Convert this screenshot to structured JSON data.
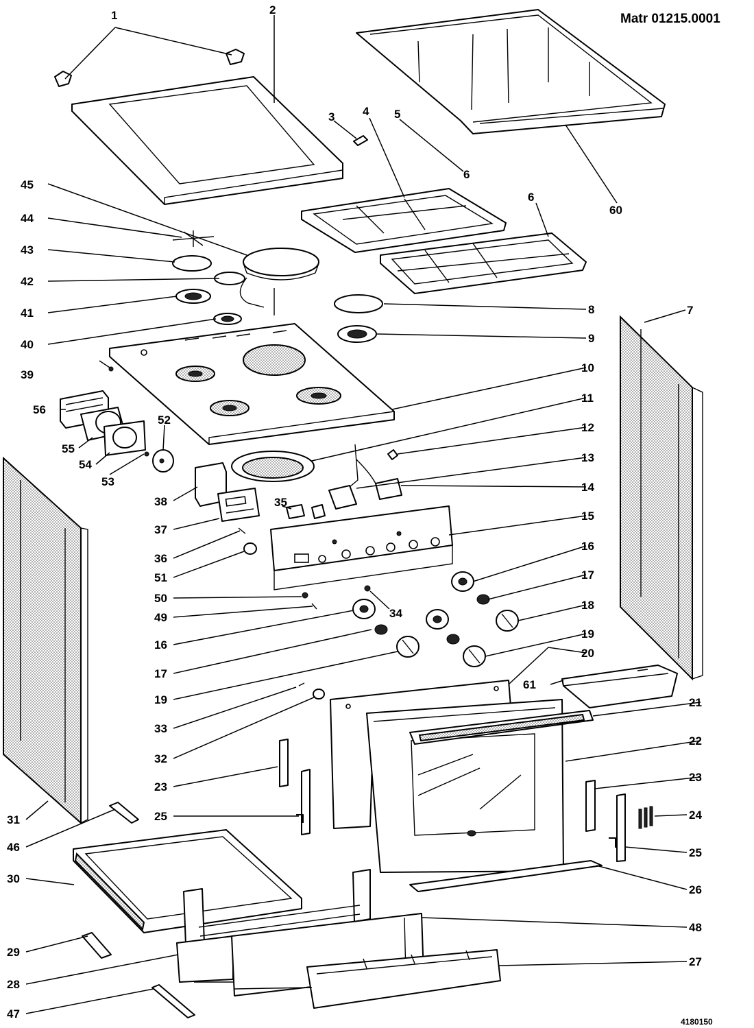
{
  "header": {
    "model": "Matr  01215.0001"
  },
  "footer": {
    "code": "4180150"
  },
  "labels": [
    {
      "id": "l1",
      "text": "1"
    },
    {
      "id": "l2",
      "text": "2"
    },
    {
      "id": "l3",
      "text": "3"
    },
    {
      "id": "l4",
      "text": "4"
    },
    {
      "id": "l5",
      "text": "5"
    },
    {
      "id": "l5b",
      "text": "6"
    },
    {
      "id": "l60",
      "text": "60"
    },
    {
      "id": "l45",
      "text": "45"
    },
    {
      "id": "l44",
      "text": "44"
    },
    {
      "id": "l43",
      "text": "43"
    },
    {
      "id": "l42",
      "text": "42"
    },
    {
      "id": "l41",
      "text": "41"
    },
    {
      "id": "l40",
      "text": "40"
    },
    {
      "id": "l39",
      "text": "39"
    },
    {
      "id": "l6",
      "text": "6"
    },
    {
      "id": "l8",
      "text": "8"
    },
    {
      "id": "l9",
      "text": "9"
    },
    {
      "id": "l7",
      "text": "7"
    },
    {
      "id": "l10",
      "text": "10"
    },
    {
      "id": "l11",
      "text": "11"
    },
    {
      "id": "l12",
      "text": "12"
    },
    {
      "id": "l13",
      "text": "13"
    },
    {
      "id": "l14",
      "text": "14"
    },
    {
      "id": "l15",
      "text": "15"
    },
    {
      "id": "l16a",
      "text": "16"
    },
    {
      "id": "l17a",
      "text": "17"
    },
    {
      "id": "l18",
      "text": "18"
    },
    {
      "id": "l19a",
      "text": "19"
    },
    {
      "id": "l20",
      "text": "20"
    },
    {
      "id": "l61",
      "text": "61"
    },
    {
      "id": "l21",
      "text": "21"
    },
    {
      "id": "l22",
      "text": "22"
    },
    {
      "id": "l23a",
      "text": "23"
    },
    {
      "id": "l24",
      "text": "24"
    },
    {
      "id": "l25a",
      "text": "25"
    },
    {
      "id": "l26",
      "text": "26"
    },
    {
      "id": "l48",
      "text": "48"
    },
    {
      "id": "l27",
      "text": "27"
    },
    {
      "id": "l56",
      "text": "56"
    },
    {
      "id": "l55",
      "text": "55"
    },
    {
      "id": "l54",
      "text": "54"
    },
    {
      "id": "l52",
      "text": "52"
    },
    {
      "id": "l53",
      "text": "53"
    },
    {
      "id": "l38",
      "text": "38"
    },
    {
      "id": "l37",
      "text": "37"
    },
    {
      "id": "l35",
      "text": "35"
    },
    {
      "id": "l36",
      "text": "36"
    },
    {
      "id": "l51",
      "text": "51"
    },
    {
      "id": "l50",
      "text": "50"
    },
    {
      "id": "l49",
      "text": "49"
    },
    {
      "id": "l34",
      "text": "34"
    },
    {
      "id": "l16b",
      "text": "16"
    },
    {
      "id": "l17b",
      "text": "17"
    },
    {
      "id": "l19b",
      "text": "19"
    },
    {
      "id": "l33",
      "text": "33"
    },
    {
      "id": "l32",
      "text": "32"
    },
    {
      "id": "l23b",
      "text": "23"
    },
    {
      "id": "l25b",
      "text": "25"
    },
    {
      "id": "l31",
      "text": "31"
    },
    {
      "id": "l46",
      "text": "46"
    },
    {
      "id": "l30",
      "text": "30"
    },
    {
      "id": "l29",
      "text": "29"
    },
    {
      "id": "l28",
      "text": "28"
    },
    {
      "id": "l47",
      "text": "47"
    }
  ]
}
